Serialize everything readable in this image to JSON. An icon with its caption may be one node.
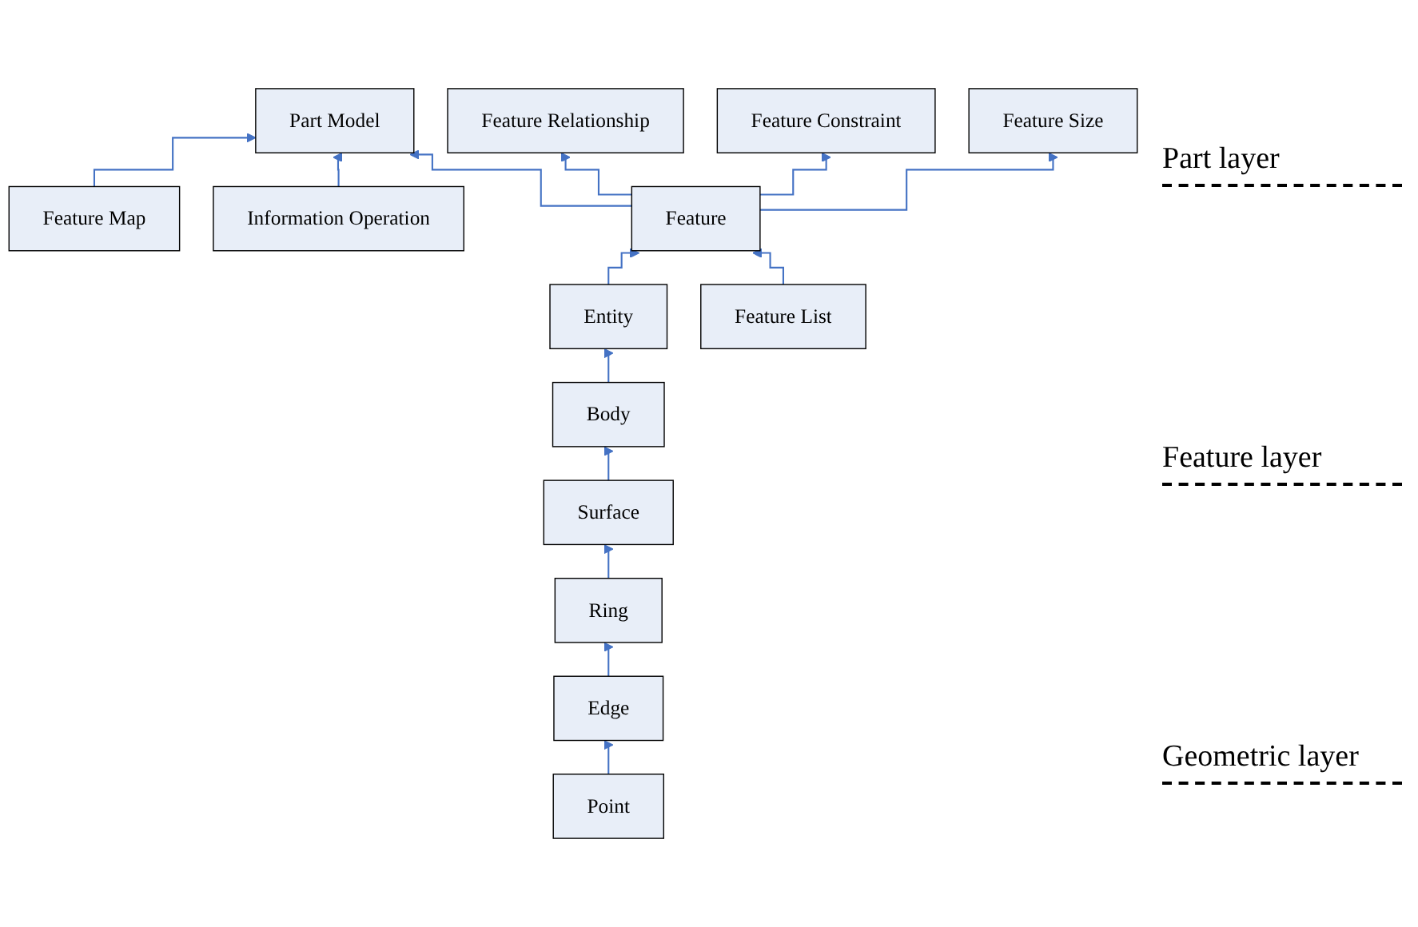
{
  "diagram": {
    "nodes": [
      {
        "text": [
          "Part Model"
        ]
      },
      {
        "text": [
          "Information Operation"
        ]
      },
      {
        "text": [
          "Feature List"
        ]
      },
      {
        "text": [
          "Feature"
        ]
      },
      {
        "text": [
          "Feature Relationship"
        ]
      },
      {
        "text": [
          "Feature Map"
        ]
      },
      {
        "text": [
          "Feature Constraint"
        ]
      },
      {
        "text": [
          "Feature Size"
        ]
      },
      {
        "text": [
          "Entity"
        ]
      },
      {
        "text": [
          "Body"
        ]
      },
      {
        "text": [
          "Surface"
        ]
      },
      {
        "text": [
          "Ring"
        ]
      },
      {
        "text": [
          "Edge"
        ]
      },
      {
        "text": [
          "Point"
        ]
      }
    ],
    "edges": [
      {
        "from": 3,
        "to": 0,
        "arrow": "to"
      },
      {
        "from": 1,
        "to": 0,
        "arrow": "to"
      },
      {
        "from": 5,
        "to": 0,
        "arrow": "to"
      },
      {
        "from": 2,
        "to": 3,
        "arrow": "to"
      },
      {
        "from": 3,
        "to": 4,
        "arrow": "to"
      },
      {
        "from": 3,
        "to": 6,
        "arrow": "to"
      },
      {
        "from": 3,
        "to": 7,
        "arrow": "to"
      },
      {
        "from": 8,
        "to": 3,
        "arrow": "to"
      },
      {
        "from": 9,
        "to": 8,
        "arrow": "to"
      },
      {
        "from": 10,
        "to": 9,
        "arrow": "to"
      },
      {
        "from": 11,
        "to": 10,
        "arrow": "to"
      },
      {
        "from": 12,
        "to": 11,
        "arrow": "to"
      },
      {
        "from": 13,
        "to": 12,
        "arrow": "to"
      }
    ],
    "labels": [
      "Part layer",
      "Feature layer",
      "Geometric layer"
    ]
  }
}
